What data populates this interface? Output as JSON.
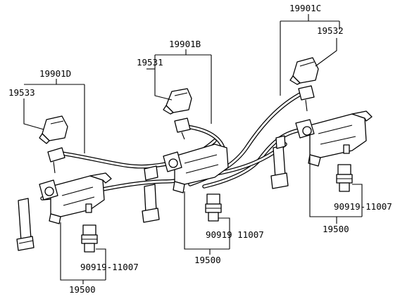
{
  "labels": {
    "kit_c": "19901C",
    "cap_c": "19532",
    "kit_b": "19901B",
    "cap_b": "19531",
    "kit_d": "19901D",
    "cap_d": "19533",
    "sensor_right": "90919-11007",
    "sensor_mid": "90919 11007",
    "sensor_left": "90919-11007",
    "coil_right": "19500",
    "coil_mid": "19500",
    "coil_left": "19500"
  }
}
